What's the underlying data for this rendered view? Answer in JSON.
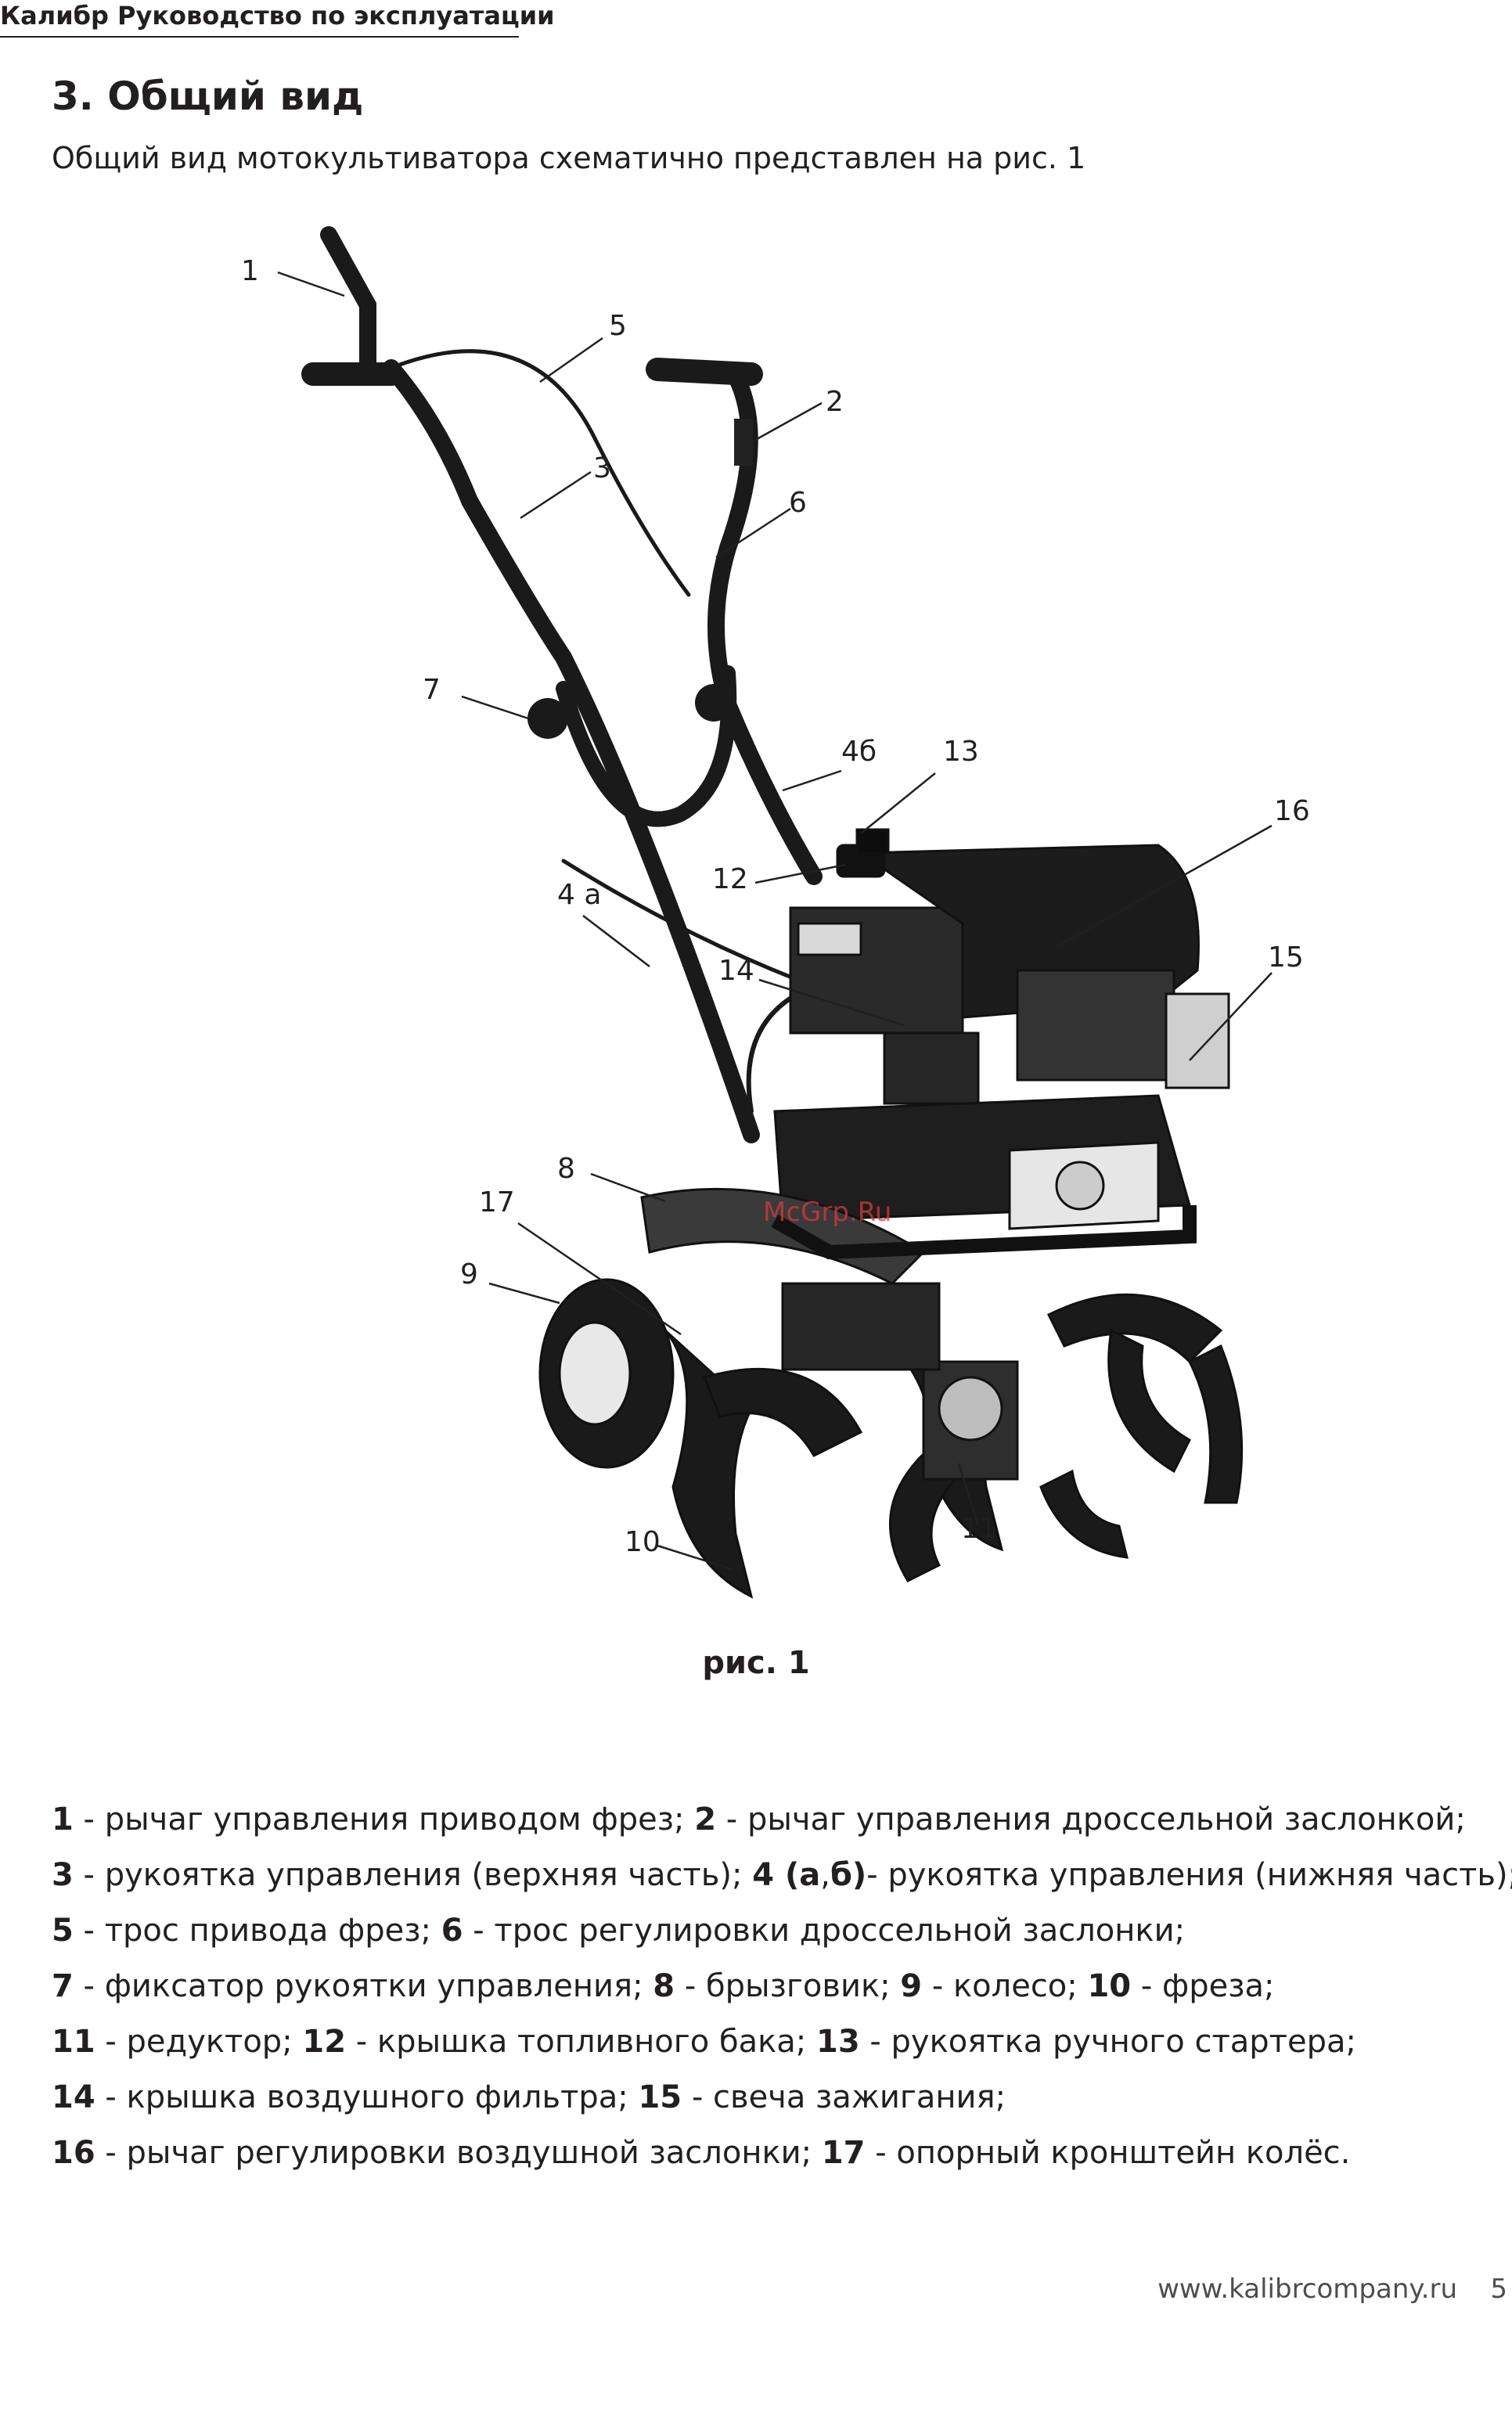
{
  "header": {
    "title": "Калибр Руководство по эксплуатации"
  },
  "section": {
    "title": "3. Общий вид",
    "intro": "Общий вид мотокультиватора схематично представлен на рис. 1"
  },
  "figure": {
    "caption": "рис. 1",
    "watermark": "McGrp.Ru",
    "callouts": [
      "1",
      "5",
      "2",
      "3",
      "6",
      "7",
      "4б",
      "13",
      "16",
      "12",
      "4 а",
      "14",
      "15",
      "8",
      "17",
      "9",
      "10",
      "11"
    ]
  },
  "legend": {
    "lines": [
      [
        {
          "b": "1"
        },
        {
          "t": " - рычаг управления приводом фрез; "
        },
        {
          "b": "2"
        },
        {
          "t": " - рычаг управления дроссельной заслонкой;"
        }
      ],
      [
        {
          "b": "3"
        },
        {
          "t": " - рукоятка управления (верхняя часть); "
        },
        {
          "b": "4 (а"
        },
        {
          "t": ","
        },
        {
          "b": "б)"
        },
        {
          "t": "- рукоятка управления (нижняя часть);"
        }
      ],
      [
        {
          "b": "5"
        },
        {
          "t": " - трос привода фрез; "
        },
        {
          "b": "6"
        },
        {
          "t": " - трос регулировки дроссельной заслонки;"
        }
      ],
      [
        {
          "b": "7"
        },
        {
          "t": " - фиксатор рукоятки управления; "
        },
        {
          "b": "8"
        },
        {
          "t": " - брызговик; "
        },
        {
          "b": "9"
        },
        {
          "t": " - колесо; "
        },
        {
          "b": "10"
        },
        {
          "t": " - фреза;"
        }
      ],
      [
        {
          "b": "11"
        },
        {
          "t": " - редуктор; "
        },
        {
          "b": "12"
        },
        {
          "t": " - крышка топливного бака; "
        },
        {
          "b": "13"
        },
        {
          "t": " - рукоятка ручного стартера;"
        }
      ],
      [
        {
          "b": "14"
        },
        {
          "t": " - крышка воздушного фильтра; "
        },
        {
          "b": "15"
        },
        {
          "t": " - свеча зажигания;"
        }
      ],
      [
        {
          "b": "16"
        },
        {
          "t": " - рычаг регулировки воздушной заслонки; "
        },
        {
          "b": "17"
        },
        {
          "t": " - опорный кронштейн колёс."
        }
      ]
    ]
  },
  "footer": {
    "url": "www.kalibrcompany.ru",
    "page": "5"
  }
}
